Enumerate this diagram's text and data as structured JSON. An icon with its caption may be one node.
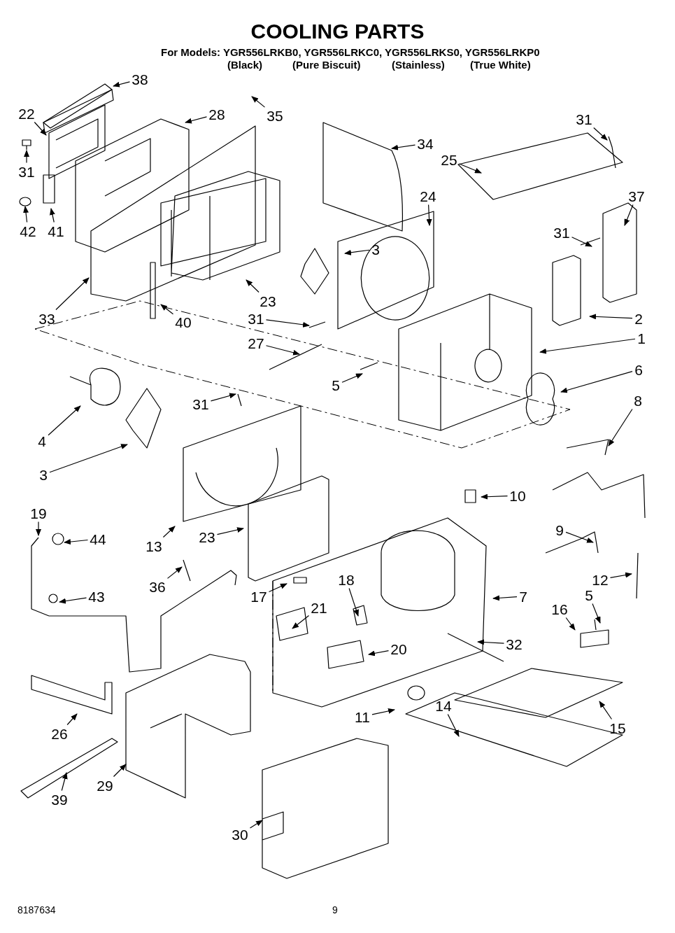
{
  "diagram": {
    "title": "COOLING PARTS",
    "nodes": [
      {
        "text": [
          "38"
        ]
      },
      {
        "text": [
          "35"
        ]
      },
      {
        "text": [
          "22"
        ]
      },
      {
        "text": [
          "28"
        ]
      },
      {
        "text": [
          "31"
        ]
      },
      {
        "text": [
          "34"
        ]
      },
      {
        "text": [
          "31"
        ]
      },
      {
        "text": [
          "25"
        ]
      },
      {
        "text": [
          "37"
        ]
      },
      {
        "text": [
          "42"
        ]
      },
      {
        "text": [
          "41"
        ]
      },
      {
        "text": [
          "24"
        ]
      },
      {
        "text": [
          "3"
        ]
      },
      {
        "text": [
          "31"
        ]
      },
      {
        "text": [
          "23"
        ]
      },
      {
        "text": [
          "33"
        ]
      },
      {
        "text": [
          "40"
        ]
      },
      {
        "text": [
          "31"
        ]
      },
      {
        "text": [
          "2"
        ]
      },
      {
        "text": [
          "27"
        ]
      },
      {
        "text": [
          "1"
        ]
      },
      {
        "text": [
          "5"
        ]
      },
      {
        "text": [
          "6"
        ]
      },
      {
        "text": [
          "31"
        ]
      },
      {
        "text": [
          "8"
        ]
      },
      {
        "text": [
          "4"
        ]
      },
      {
        "text": [
          "3"
        ]
      },
      {
        "text": [
          "10"
        ]
      },
      {
        "text": [
          "13"
        ]
      },
      {
        "text": [
          "23"
        ]
      },
      {
        "text": [
          "19"
        ]
      },
      {
        "text": [
          "44"
        ]
      },
      {
        "text": [
          "9"
        ]
      },
      {
        "text": [
          "36"
        ]
      },
      {
        "text": [
          "43"
        ]
      },
      {
        "text": [
          "17"
        ]
      },
      {
        "text": [
          "18"
        ]
      },
      {
        "text": [
          "7"
        ]
      },
      {
        "text": [
          "12"
        ]
      },
      {
        "text": [
          "21"
        ]
      },
      {
        "text": [
          "5"
        ]
      },
      {
        "text": [
          "16"
        ]
      },
      {
        "text": [
          "20"
        ]
      },
      {
        "text": [
          "32"
        ]
      },
      {
        "text": [
          "26"
        ]
      },
      {
        "text": [
          "11"
        ]
      },
      {
        "text": [
          "14"
        ]
      },
      {
        "text": [
          "15"
        ]
      },
      {
        "text": [
          "29"
        ]
      },
      {
        "text": [
          "39"
        ]
      },
      {
        "text": [
          "30"
        ]
      }
    ],
    "edges": [
      {
        "from": 0,
        "to": null,
        "arrow": "to"
      },
      {
        "from": 1,
        "to": null,
        "arrow": "to"
      },
      {
        "from": 2,
        "to": null,
        "arrow": "to"
      },
      {
        "from": 3,
        "to": null,
        "arrow": "to"
      },
      {
        "from": 4,
        "to": null,
        "arrow": "to"
      },
      {
        "from": 5,
        "to": null,
        "arrow": "to"
      },
      {
        "from": 6,
        "to": null,
        "arrow": "to"
      },
      {
        "from": 7,
        "to": null,
        "arrow": "to"
      },
      {
        "from": 8,
        "to": null,
        "arrow": "to"
      },
      {
        "from": 9,
        "to": null,
        "arrow": "to"
      },
      {
        "from": 10,
        "to": null,
        "arrow": "to"
      },
      {
        "from": 11,
        "to": null,
        "arrow": "to"
      },
      {
        "from": 12,
        "to": null,
        "arrow": "to"
      },
      {
        "from": 13,
        "to": null,
        "arrow": "to"
      },
      {
        "from": 14,
        "to": null,
        "arrow": "to"
      },
      {
        "from": 15,
        "to": null,
        "arrow": "to"
      },
      {
        "from": 16,
        "to": null,
        "arrow": "to"
      },
      {
        "from": 17,
        "to": null,
        "arrow": "to"
      },
      {
        "from": 18,
        "to": null,
        "arrow": "to"
      },
      {
        "from": 19,
        "to": null,
        "arrow": "to"
      },
      {
        "from": 20,
        "to": null,
        "arrow": "to"
      },
      {
        "from": 21,
        "to": null,
        "arrow": "to"
      },
      {
        "from": 22,
        "to": null,
        "arrow": "to"
      },
      {
        "from": 23,
        "to": null,
        "arrow": "to"
      },
      {
        "from": 24,
        "to": null,
        "arrow": "to"
      },
      {
        "from": 25,
        "to": null,
        "arrow": "to"
      },
      {
        "from": 26,
        "to": null,
        "arrow": "to"
      },
      {
        "from": 27,
        "to": null,
        "arrow": "to"
      },
      {
        "from": 28,
        "to": null,
        "arrow": "to"
      },
      {
        "from": 29,
        "to": null,
        "arrow": "to"
      },
      {
        "from": 30,
        "to": null,
        "arrow": "to"
      },
      {
        "from": 31,
        "to": null,
        "arrow": "to"
      },
      {
        "from": 32,
        "to": null,
        "arrow": "to"
      },
      {
        "from": 33,
        "to": null,
        "arrow": "to"
      },
      {
        "from": 34,
        "to": null,
        "arrow": "to"
      },
      {
        "from": 35,
        "to": null,
        "arrow": "to"
      },
      {
        "from": 36,
        "to": null,
        "arrow": "to"
      },
      {
        "from": 37,
        "to": null,
        "arrow": "to"
      },
      {
        "from": 38,
        "to": null,
        "arrow": "to"
      },
      {
        "from": 39,
        "to": null,
        "arrow": "to"
      },
      {
        "from": 40,
        "to": null,
        "arrow": "to"
      },
      {
        "from": 41,
        "to": null,
        "arrow": "to"
      },
      {
        "from": 42,
        "to": null,
        "arrow": "to"
      },
      {
        "from": 43,
        "to": null,
        "arrow": "to"
      },
      {
        "from": 44,
        "to": null,
        "arrow": "to"
      },
      {
        "from": 45,
        "to": null,
        "arrow": "to"
      },
      {
        "from": 46,
        "to": null,
        "arrow": "to"
      },
      {
        "from": 47,
        "to": null,
        "arrow": "to"
      },
      {
        "from": 48,
        "to": null,
        "arrow": "to"
      },
      {
        "from": 49,
        "to": null,
        "arrow": "to"
      },
      {
        "from": 50,
        "to": null,
        "arrow": "to"
      }
    ],
    "labels": [
      "For Models: YGR556LRKB0, YGR556LRKC0, YGR556LRKS0, YGR556LRKP0",
      "(Black)",
      "(Pure Biscuit)",
      "(Stainless)",
      "(True White)",
      "8187634",
      "9"
    ]
  }
}
